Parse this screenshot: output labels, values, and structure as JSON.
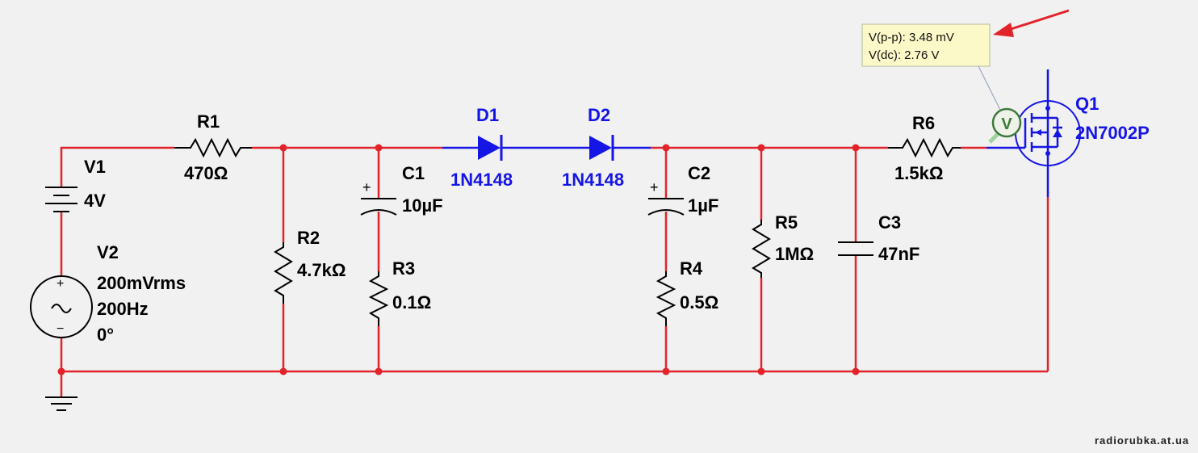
{
  "components": {
    "v1": {
      "ref": "V1",
      "value": "4V"
    },
    "v2": {
      "ref": "V2",
      "amplitude": "200mVrms",
      "frequency": "200Hz",
      "phase": "0°"
    },
    "r1": {
      "ref": "R1",
      "value": "470Ω"
    },
    "r2": {
      "ref": "R2",
      "value": "4.7kΩ"
    },
    "c1": {
      "ref": "C1",
      "value": "10µF"
    },
    "r3": {
      "ref": "R3",
      "value": "0.1Ω"
    },
    "d1": {
      "ref": "D1",
      "value": "1N4148"
    },
    "d2": {
      "ref": "D2",
      "value": "1N4148"
    },
    "c2": {
      "ref": "C2",
      "value": "1µF"
    },
    "r4": {
      "ref": "R4",
      "value": "0.5Ω"
    },
    "r5": {
      "ref": "R5",
      "value": "1MΩ"
    },
    "c3": {
      "ref": "C3",
      "value": "47nF"
    },
    "r6": {
      "ref": "R6",
      "value": "1.5kΩ"
    },
    "q1": {
      "ref": "Q1",
      "value": "2N7002P"
    }
  },
  "probe": {
    "symbol": "V",
    "vpp": "V(p-p): 3.48 mV",
    "vdc": "V(dc): 2.76 V"
  },
  "polarity": {
    "plus": "+",
    "minus": "−",
    "ac": "~"
  },
  "watermark": "radiorubka.at.ua",
  "colors": {
    "wire": "#e2232a",
    "diode": "#1515e6",
    "probe_bg": "#fbf9c7",
    "probe_ring": "#3c7a3c",
    "arrow": "#e2232a",
    "background": "#f1f1f1"
  }
}
